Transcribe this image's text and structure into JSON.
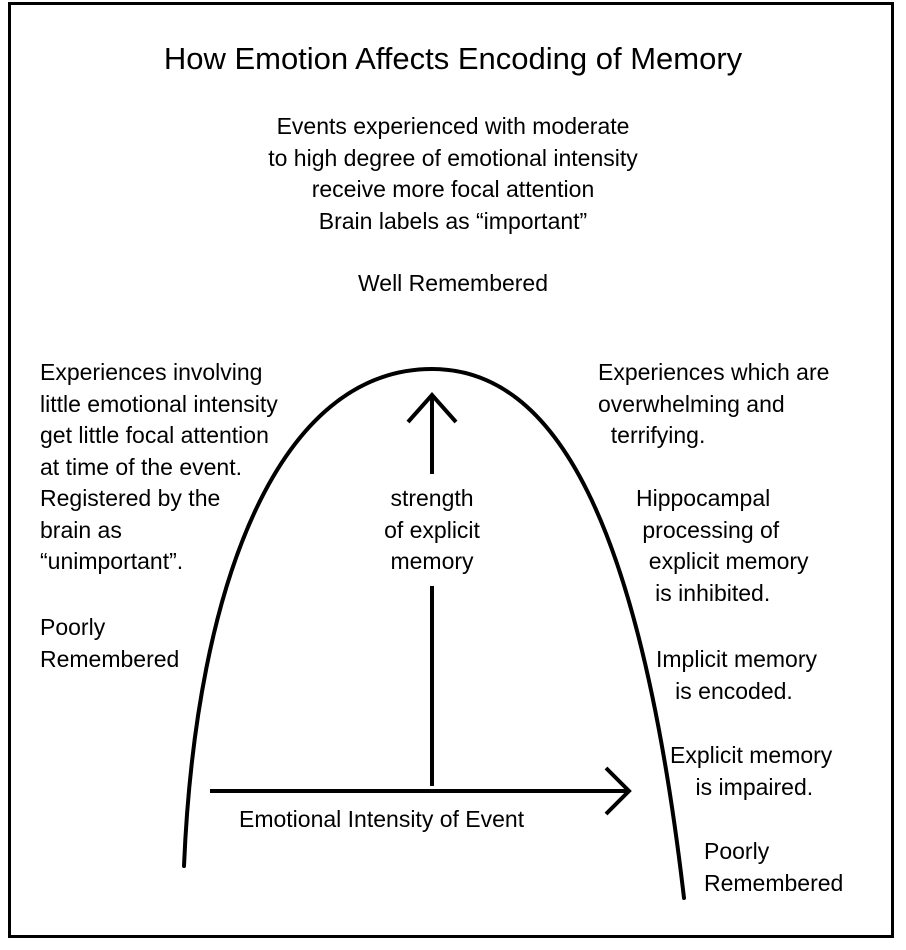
{
  "title": "How Emotion Affects Encoding of Memory",
  "top_text": [
    "Events experienced with moderate",
    "to high degree of emotional intensity",
    "receive more focal attention",
    "Brain labels as “important”"
  ],
  "peak_label": "Well Remembered",
  "left_text": [
    "Experiences involving",
    "little emotional intensity",
    "get little focal attention",
    "at time of the event.",
    "Registered by the",
    "brain as",
    "“unimportant”."
  ],
  "left_outcome": [
    "Poorly",
    "Remembered"
  ],
  "y_axis_label": [
    "strength",
    "of explicit",
    "memory"
  ],
  "x_axis_label": "Emotional Intensity of Event",
  "right_text_a": [
    "Experiences which are",
    "overwhelming and",
    "  terrifying."
  ],
  "right_text_b": [
    "Hippocampal",
    " processing of",
    "  explicit memory",
    "   is inhibited."
  ],
  "right_text_c": [
    "Implicit memory",
    "   is encoded."
  ],
  "right_text_d": [
    "Explicit memory",
    "    is impaired."
  ],
  "right_outcome": [
    "Poorly",
    "Remembered"
  ],
  "colors": {
    "ink": "#000000",
    "background": "#ffffff"
  }
}
